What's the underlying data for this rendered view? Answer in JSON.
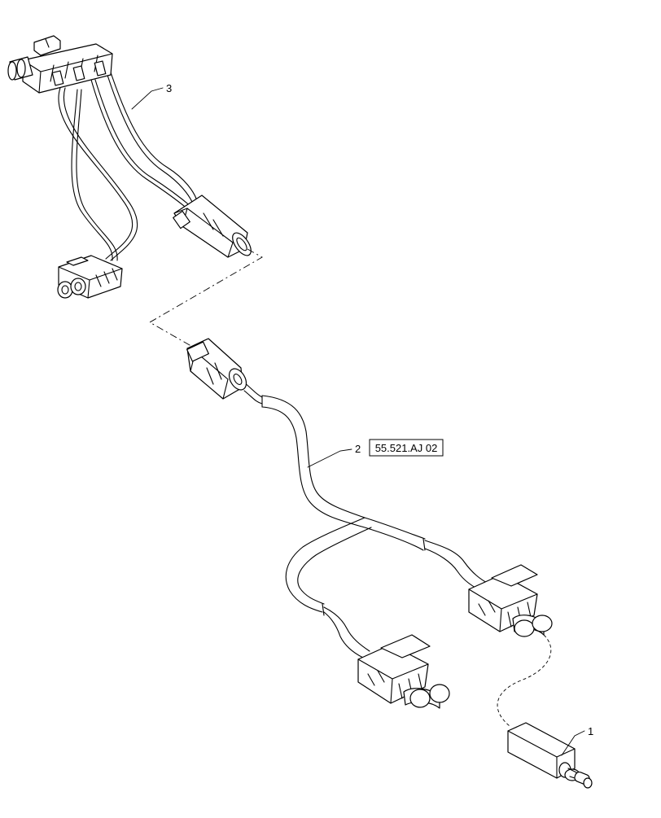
{
  "callouts": {
    "item_1": "1",
    "item_2": "2",
    "item_3": "3"
  },
  "reference_box": "55.521.AJ 02"
}
